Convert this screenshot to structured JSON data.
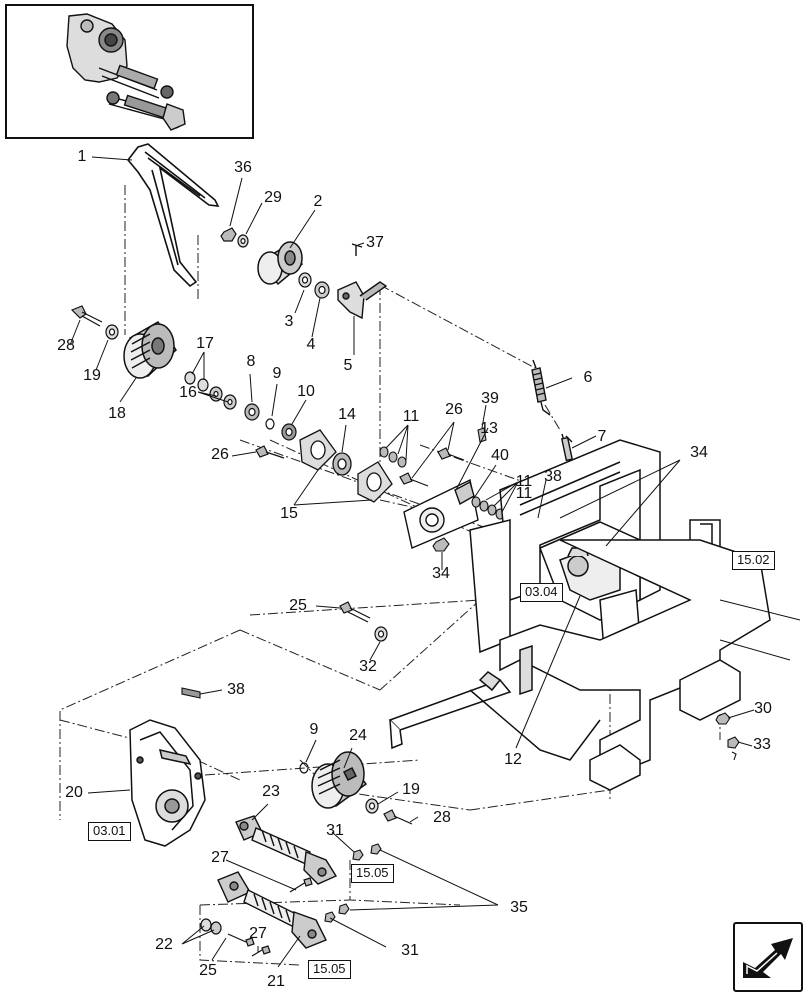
{
  "callouts": [
    "1",
    "2",
    "3",
    "4",
    "5",
    "6",
    "7",
    "8",
    "9",
    "10",
    "11",
    "11",
    "11",
    "12",
    "13",
    "14",
    "15",
    "16",
    "17",
    "18",
    "19",
    "19",
    "20",
    "21",
    "22",
    "23",
    "24",
    "25",
    "25",
    "26",
    "26",
    "27",
    "27",
    "28",
    "28",
    "29",
    "30",
    "31",
    "31",
    "32",
    "33",
    "34",
    "34",
    "35",
    "36",
    "37",
    "38",
    "38",
    "39",
    "40",
    "9"
  ],
  "refs": [
    "15.02",
    "03.04",
    "03.01",
    "15.05",
    "15.05"
  ],
  "nav_icon": "next-page-arrow-icon"
}
